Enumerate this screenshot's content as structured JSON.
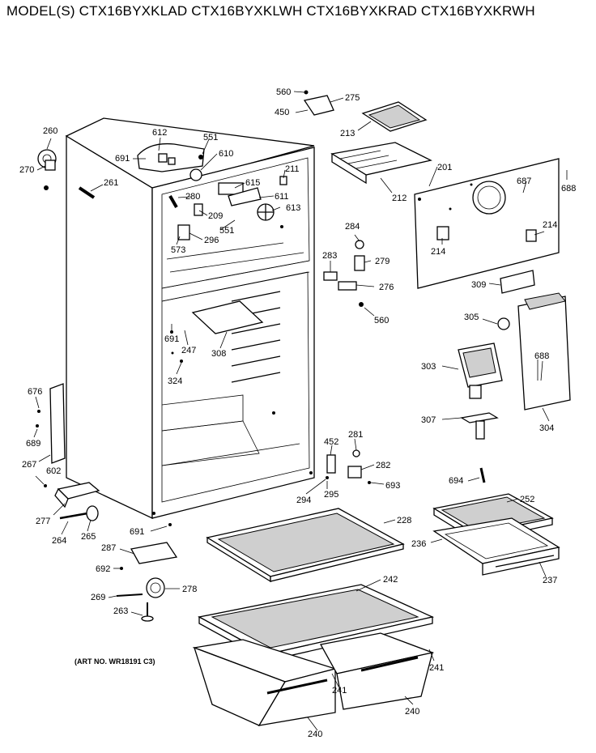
{
  "header": {
    "title": "MODEL(S) CTX16BYXKLAD  CTX16BYXKLWH  CTX16BYXKRAD  CTX16BYXKRWH"
  },
  "art_number": "(ART NO. WR18191 C3)",
  "parts": {
    "p560a": "560",
    "p275": "275",
    "p450": "450",
    "p213": "213",
    "p260": "260",
    "p270": "270",
    "p261": "261",
    "p612": "612",
    "p551a": "551",
    "p691a": "691",
    "p610": "610",
    "p211": "211",
    "p615": "615",
    "p280": "280",
    "p611": "611",
    "p209": "209",
    "p613": "613",
    "p573": "573",
    "p296": "296",
    "p551b": "551",
    "p212": "212",
    "p201": "201",
    "p687": "687",
    "p688a": "688",
    "p284": "284",
    "p214a": "214",
    "p214b": "214",
    "p283": "283",
    "p279": "279",
    "p276": "276",
    "p560b": "560",
    "p309": "309",
    "p305": "305",
    "p691b": "691",
    "p247": "247",
    "p308": "308",
    "p324": "324",
    "p303": "303",
    "p688b": "688",
    "p676": "676",
    "p689": "689",
    "p267": "267",
    "p602": "602",
    "p307": "307",
    "p304": "304",
    "p452": "452",
    "p281": "281",
    "p282": "282",
    "p294": "294",
    "p295": "295",
    "p693": "693",
    "p694": "694",
    "p277": "277",
    "p252": "252",
    "p228": "228",
    "p264": "264",
    "p265": "265",
    "p691c": "691",
    "p236": "236",
    "p287": "287",
    "p692": "692",
    "p237": "237",
    "p278": "278",
    "p269": "269",
    "p242": "242",
    "p263": "263",
    "p241a": "241",
    "p241b": "241",
    "p240a": "240",
    "p240b": "240"
  }
}
